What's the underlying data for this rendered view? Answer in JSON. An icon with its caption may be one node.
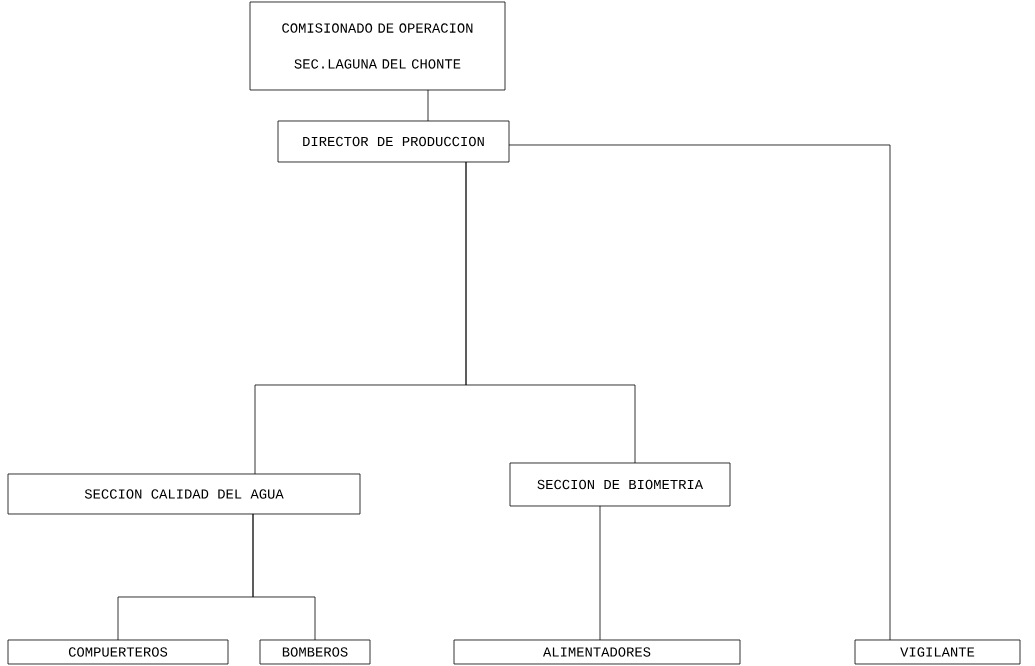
{
  "diagram": {
    "nodes": [
      {
        "text": [
          "COMISIONADO DE OPERACION SEC.LAGUNA DEL CHONTE"
        ]
      },
      {
        "text": [
          "DIRECTOR DE PRODUCCION"
        ]
      },
      {
        "text": [
          "SECCION CALIDAD DEL AGUA"
        ]
      },
      {
        "text": [
          "SECCION DE BIOMETRIA"
        ]
      },
      {
        "text": [
          "COMPUERTEROS"
        ]
      },
      {
        "text": [
          "BOMBEROS"
        ]
      },
      {
        "text": [
          "ALIMENTADORES"
        ]
      },
      {
        "text": [
          "VIGILANTE"
        ]
      }
    ],
    "edges": [
      {
        "from": 0,
        "to": 1,
        "arrow": "none"
      },
      {
        "from": 1,
        "to": 2,
        "arrow": "none"
      },
      {
        "from": 1,
        "to": 3,
        "arrow": "none"
      },
      {
        "from": 1,
        "to": 7,
        "arrow": "none"
      },
      {
        "from": 2,
        "to": 4,
        "arrow": "none"
      },
      {
        "from": 2,
        "to": 5,
        "arrow": "none"
      },
      {
        "from": 3,
        "to": 6,
        "arrow": "none"
      }
    ]
  }
}
